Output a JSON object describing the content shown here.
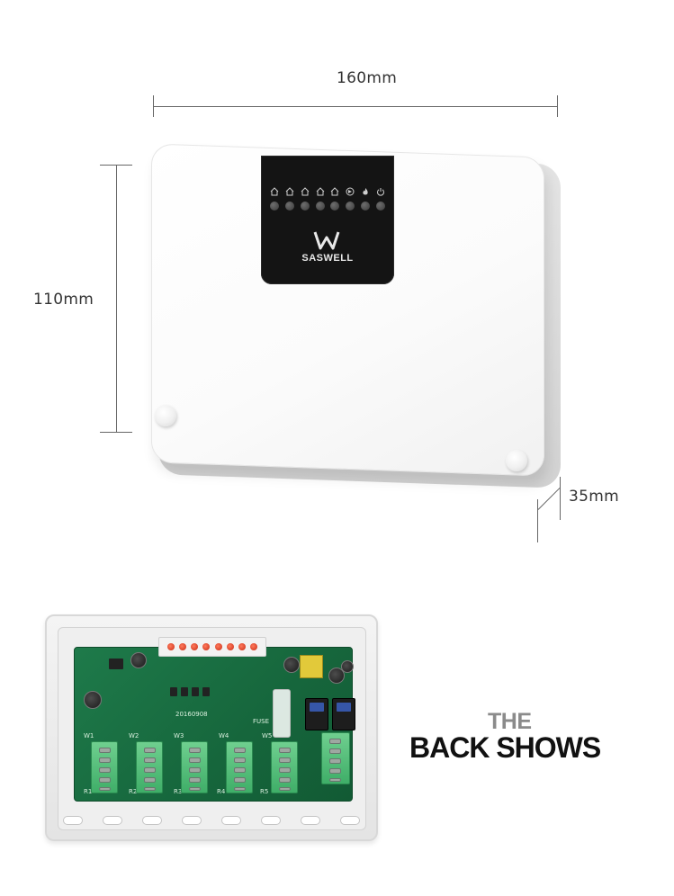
{
  "dimensions": {
    "width_label": "160mm",
    "height_label": "110mm",
    "depth_label": "35mm"
  },
  "front_device": {
    "brand_name": "SASWELL",
    "indicator_icons": [
      "home-icon",
      "home-icon",
      "home-icon",
      "home-icon",
      "home-icon",
      "pump-icon",
      "flame-icon",
      "power-icon"
    ],
    "led_count": 8
  },
  "back_board": {
    "date_code": "20160908",
    "fuse_label": "FUSE",
    "zone_labels": [
      "W1",
      "W2",
      "W3",
      "W4",
      "W5"
    ],
    "relay_labels": [
      "R1",
      "R2",
      "R3",
      "R4",
      "R5"
    ]
  },
  "caption": {
    "line1": "THE",
    "line2": "BACK SHOWS"
  },
  "colors": {
    "panel": "#141414",
    "pcb": "#1e7a4a",
    "terminal": "#5cc07e",
    "caption_gray": "#8b8b8b"
  }
}
